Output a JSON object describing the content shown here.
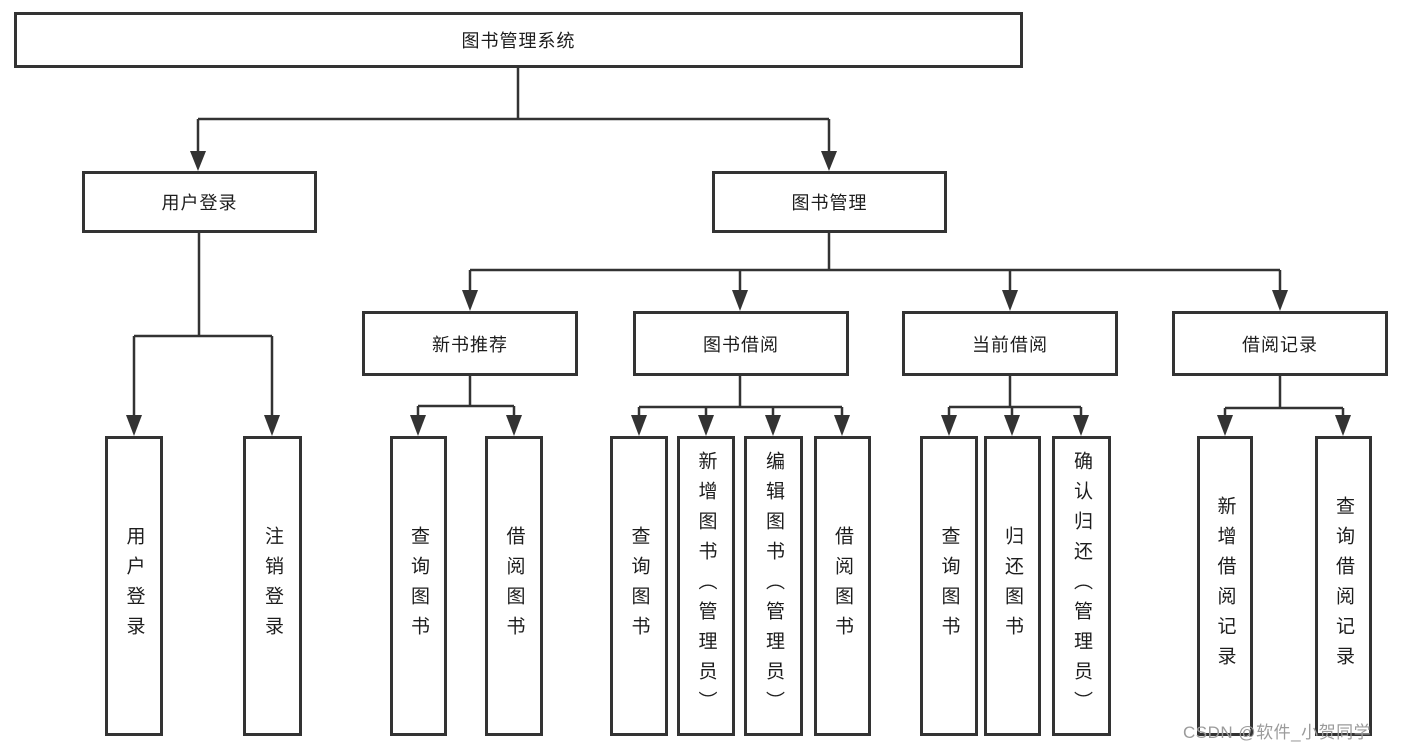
{
  "diagram_title": "图书管理系统",
  "colors": {
    "line": "#333333",
    "text": "#1d1d1d",
    "background": "#ffffff",
    "watermark": "#9b9b9b"
  },
  "nodes": {
    "root": "图书管理系统",
    "user_login": "用户登录",
    "book_mgmt": "图书管理",
    "new_book_rec": "新书推荐",
    "book_borrow": "图书借阅",
    "current_borrow": "当前借阅",
    "borrow_records": "借阅记录",
    "leaf_user_login": "用户登录",
    "leaf_logout": "注销登录",
    "leaf_query_books_rec": "查询图书",
    "leaf_borrow_books_rec": "借阅图书",
    "leaf_query_books_borrow": "查询图书",
    "leaf_add_book_admin": "新增图书（管理员）",
    "leaf_edit_book_admin": "编辑图书（管理员）",
    "leaf_borrow_books_borrow": "借阅图书",
    "leaf_query_books_current": "查询图书",
    "leaf_return_books": "归还图书",
    "leaf_confirm_return_admin": "确认归还（管理员）",
    "leaf_add_borrow_record": "新增借阅记录",
    "leaf_query_borrow_record": "查询借阅记录"
  },
  "watermark": "CSDN @软件_小贺同学"
}
